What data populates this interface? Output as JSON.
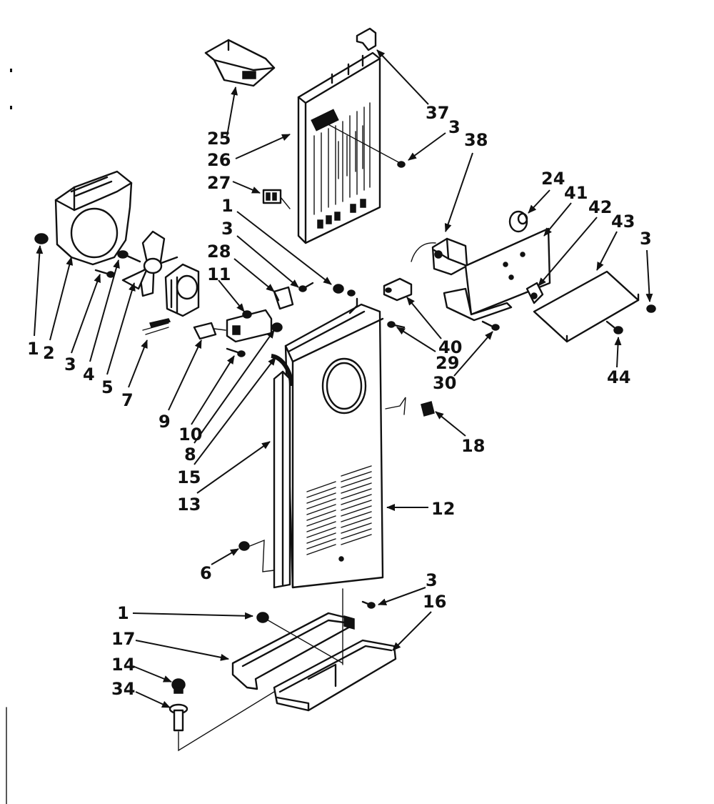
{
  "part_labels": {
    "p1a": "1",
    "p2": "2",
    "p3a": "3",
    "p4": "4",
    "p5": "5",
    "p7": "7",
    "p9": "9",
    "p10": "10",
    "p8": "8",
    "p15": "15",
    "p13": "13",
    "p6": "6",
    "p25": "25",
    "p26": "26",
    "p27": "27",
    "p1b": "1",
    "p3b": "3",
    "p28": "28",
    "p11": "11",
    "p37": "37",
    "p3c": "3",
    "p38": "38",
    "p24": "24",
    "p41": "41",
    "p42": "42",
    "p43": "43",
    "p3d": "3",
    "p40": "40",
    "p29": "29",
    "p30": "30",
    "p44": "44",
    "p18": "18",
    "p12": "12",
    "p3e": "3",
    "p16": "16",
    "p1c": "1",
    "p17": "17",
    "p14": "14",
    "p34": "34"
  },
  "colors": {
    "ink": "#111111",
    "paper": "#ffffff"
  }
}
